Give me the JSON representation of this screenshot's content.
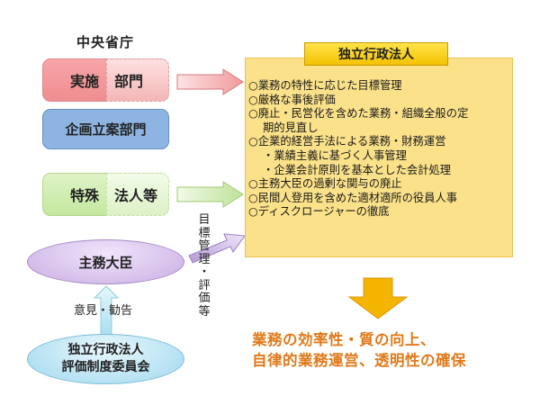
{
  "central_ministry": {
    "heading": "中央省庁",
    "implementation_dept": {
      "left": "実施",
      "right": "部門"
    },
    "planning_dept": "企画立案部門",
    "special_corporations": {
      "left": "特殊",
      "right": "法人等"
    }
  },
  "minister": "主務大臣",
  "committee": {
    "line1": "独立行政法人",
    "line2": "評価制度委員会"
  },
  "opinion_label": "意見・勧告",
  "goal_label_chars": [
    "目",
    "標",
    "管",
    "理",
    "・",
    "評",
    "価",
    "等"
  ],
  "iai": {
    "title": "独立行政法人",
    "items": [
      {
        "text": "○業務の特性に応じた目標管理",
        "type": "main"
      },
      {
        "text": "○厳格な事後評価",
        "type": "main"
      },
      {
        "text": "○廃止・民営化を含めた業務・組織全般の定",
        "type": "main"
      },
      {
        "text": "期的見直し",
        "type": "indent"
      },
      {
        "text": "○企業的経営手法による業務・財務運営",
        "type": "main"
      },
      {
        "text": "・業績主義に基づく人事管理",
        "type": "sub"
      },
      {
        "text": "・企業会計原則を基本とした会計処理",
        "type": "sub"
      },
      {
        "text": "○主務大臣の過剰な関与の廃止",
        "type": "main"
      },
      {
        "text": "○民間人登用を含めた適材適所の役員人事",
        "type": "main"
      },
      {
        "text": "○ディスクロージャーの徹底",
        "type": "main"
      }
    ]
  },
  "result": {
    "line1": "業務の効率性・質の向上、",
    "line2": "自律的業務運営、透明性の確保"
  },
  "colors": {
    "result_text": "#e07a1a",
    "panel_fill": "#fbe189",
    "down_arrow": "#f5b400"
  }
}
